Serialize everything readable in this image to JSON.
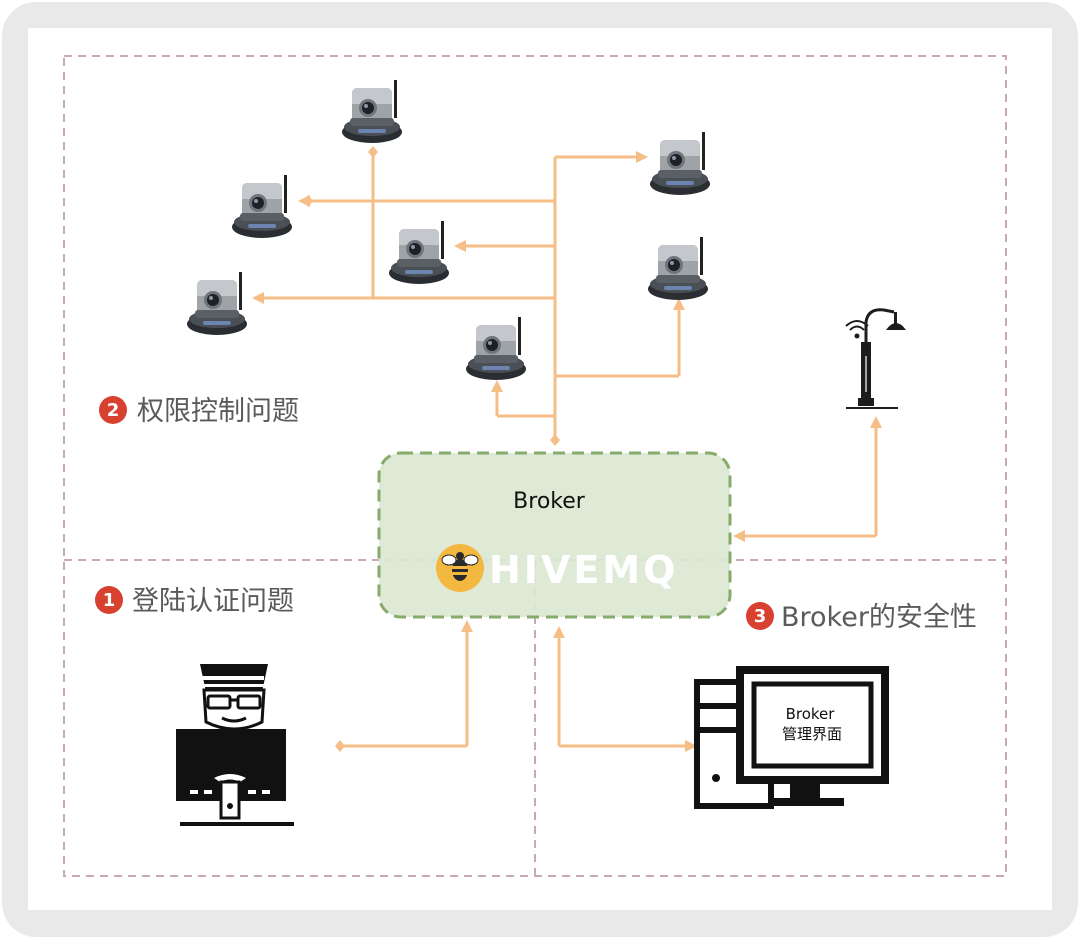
{
  "sections": {
    "permission": {
      "number": "2",
      "label": "权限控制问题"
    },
    "login": {
      "number": "1",
      "label": "登陆认证问题"
    },
    "security": {
      "number": "3",
      "label": "Broker的安全性"
    }
  },
  "broker": {
    "title": "Broker",
    "logo_text": "HIVEMQ"
  },
  "admin_screen": {
    "line1": "Broker",
    "line2": "管理界面"
  },
  "colors": {
    "connector": "#f5be86",
    "badge": "#d8402f",
    "broker_fill": "#dbe8d2",
    "broker_border": "#86ab6a",
    "section_border": "#c9a9b8",
    "label_text": "#5a5a5a",
    "logo_bee_bg": "#f3b840"
  },
  "icons": [
    "ip-camera-icon",
    "street-lamp-icon",
    "hacker-icon",
    "desktop-computer-icon",
    "bee-logo-icon"
  ]
}
